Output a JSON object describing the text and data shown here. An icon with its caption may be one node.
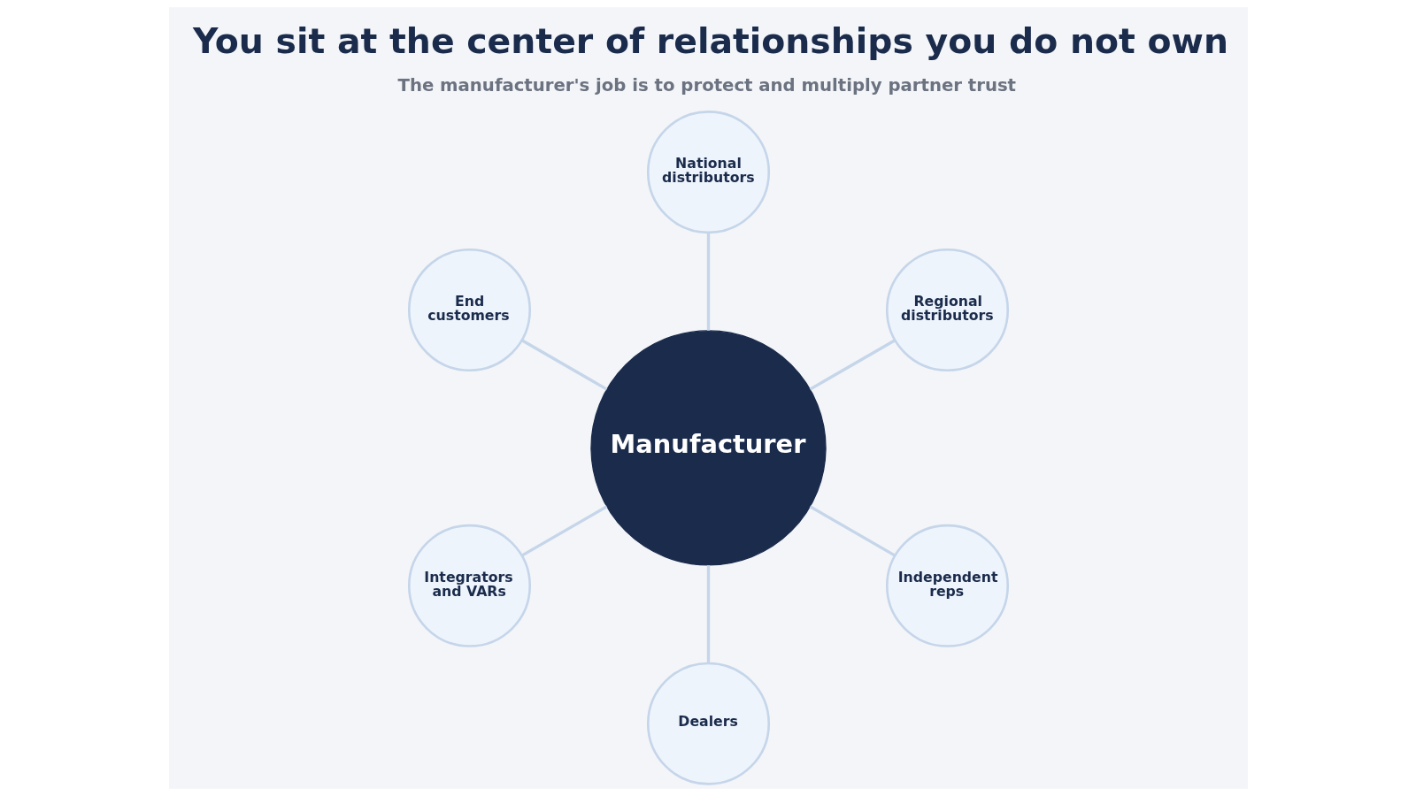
{
  "diagram": {
    "title": "You sit at the center of relationships you do not own",
    "caption": "The manufacturer's job is to protect and multiply partner trust",
    "nodes": [
      {
        "text": [
          "National distributors"
        ]
      },
      {
        "text": [
          "End customers"
        ]
      },
      {
        "text": [
          "Regional distributors"
        ]
      },
      {
        "text": [
          "Manufacturer"
        ]
      },
      {
        "text": [
          "Integrators and VARs"
        ]
      },
      {
        "text": [
          "Independent reps"
        ]
      },
      {
        "text": [
          "Dealers"
        ]
      }
    ],
    "edges": [
      {
        "from": 3,
        "to": 0,
        "arrow": "none"
      },
      {
        "from": 3,
        "to": 2,
        "arrow": "none"
      },
      {
        "from": 3,
        "to": 5,
        "arrow": "none"
      },
      {
        "from": 3,
        "to": 6,
        "arrow": "none"
      },
      {
        "from": 3,
        "to": 4,
        "arrow": "none"
      },
      {
        "from": 3,
        "to": 1,
        "arrow": "none"
      }
    ]
  }
}
